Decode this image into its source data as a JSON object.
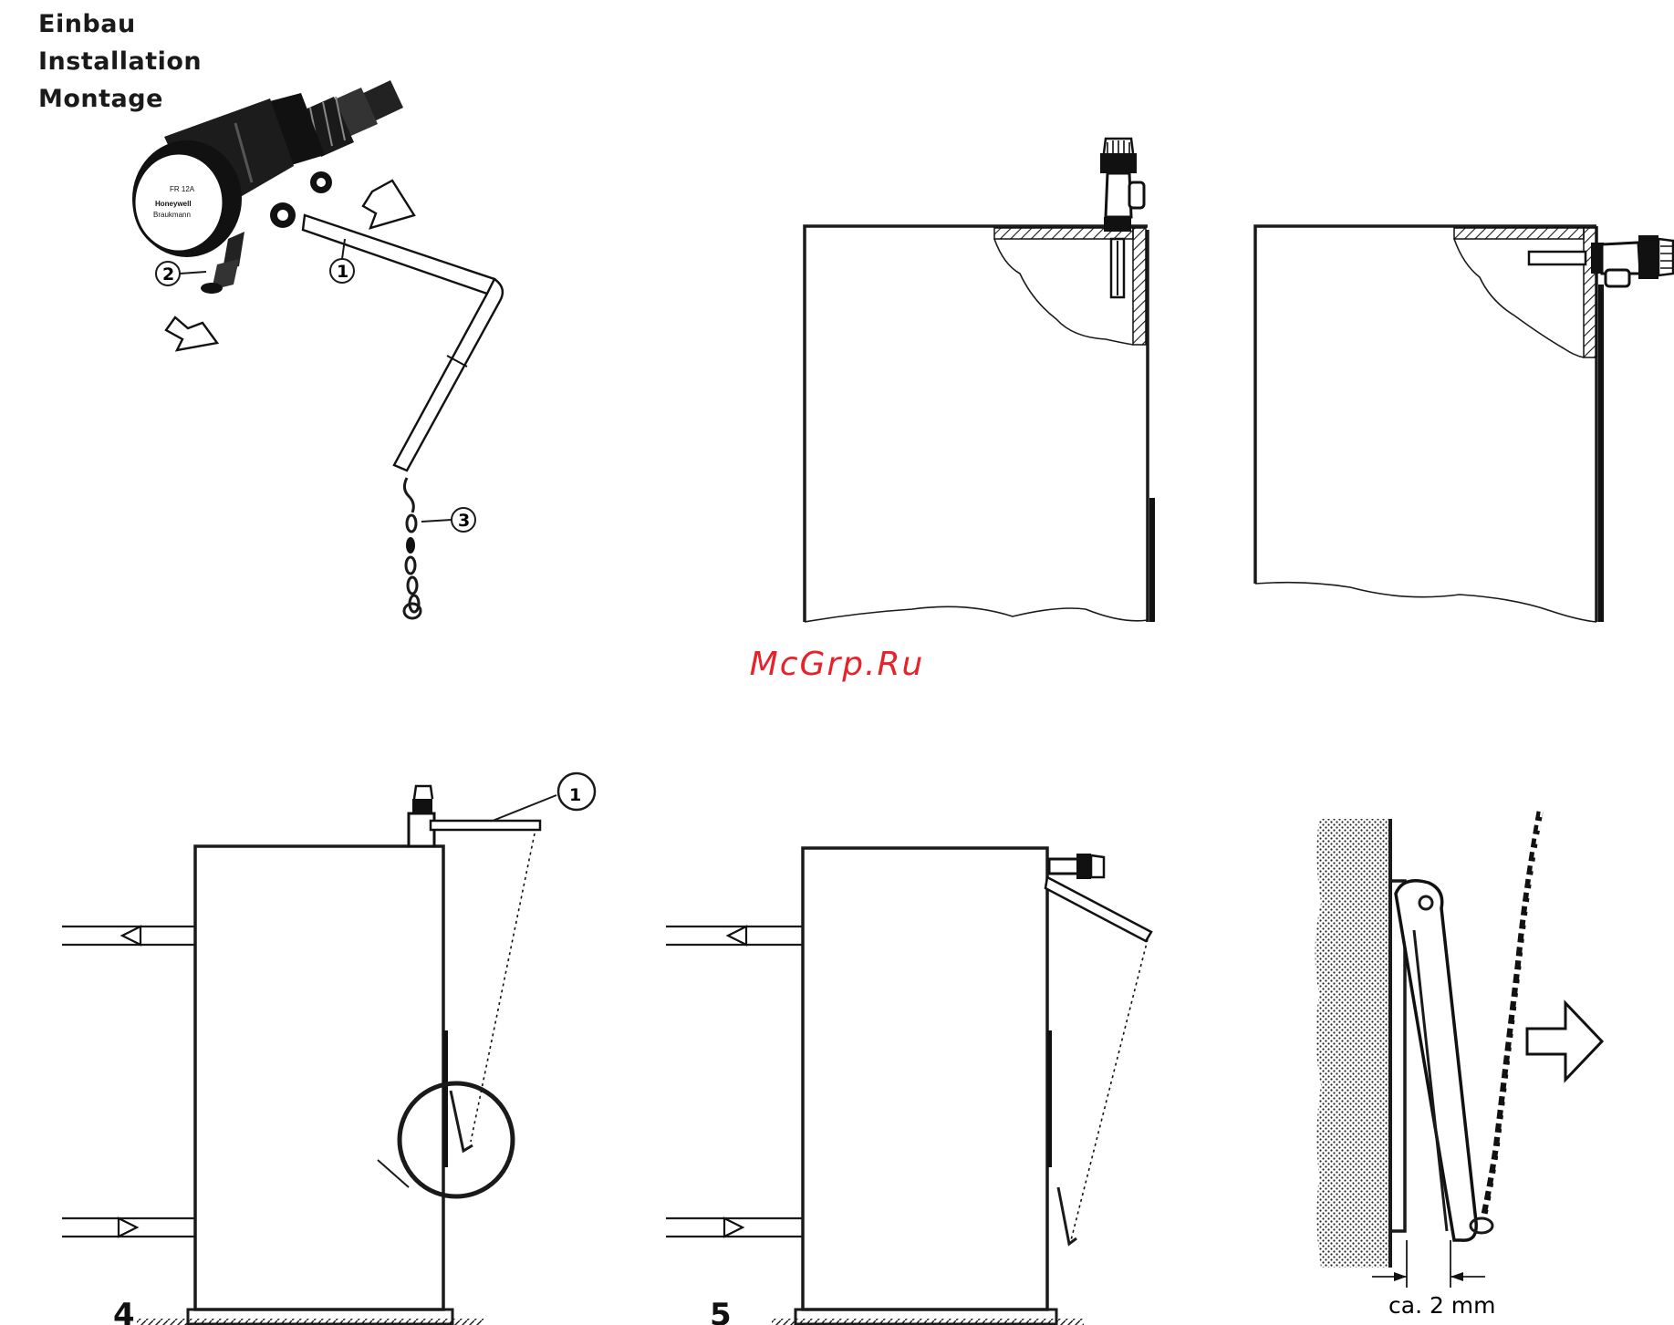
{
  "title": {
    "lines": [
      "Einbau",
      "Installation",
      "Montage"
    ]
  },
  "watermark": "McGrp.Ru",
  "device_label": [
    "FR 12A",
    "Honeywell",
    "Braukmann"
  ],
  "callouts": {
    "c1": "1",
    "c2": "2",
    "c3": "3",
    "c4": "1"
  },
  "dimension_label": "ca. 2 mm"
}
